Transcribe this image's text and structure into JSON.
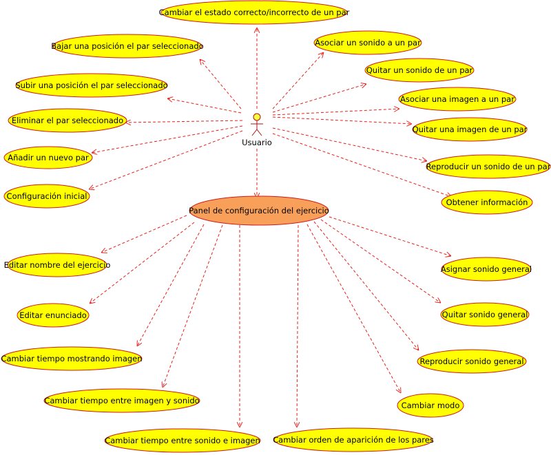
{
  "actor": {
    "label": "Usuario"
  },
  "panel": {
    "label": "Panel de configuración del ejercicio"
  },
  "actor_cases": [
    "Cambiar el estado correcto/incorrecto de un par",
    "Bajar una posición el par seleccionado",
    "Subir una posición el par seleccionado",
    "Eliminar el par seleccionado",
    "Añadir un nuevo par",
    "Configuración inicial",
    "Asociar un sonido a un par",
    "Quitar un sonido de un par",
    "Asociar una imagen a un par",
    "Quitar una imagen de un par",
    "Reproducir un sonido de un par",
    "Obtener información"
  ],
  "panel_cases": [
    "Editar nombre del ejercicio",
    "Editar enunciado",
    "Cambiar tiempo mostrando imagen",
    "Cambiar tiempo entre imagen y sonido",
    "Cambiar tiempo entre sonido e imagen",
    "Cambiar orden de aparición de los pares",
    "Cambiar modo",
    "Reproducir sonido general",
    "Quitar sonido general",
    "Asignar sonido general"
  ],
  "colors": {
    "use_case_fill": "#ffff00",
    "panel_fill": "#f8a05a",
    "edge": "#e8201a"
  }
}
